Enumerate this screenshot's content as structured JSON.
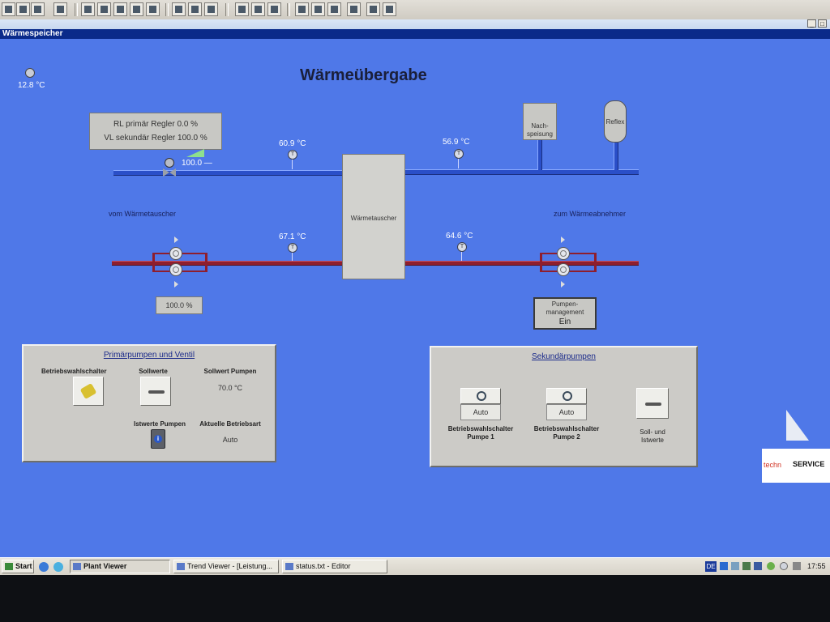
{
  "window": {
    "title": "Wärmespeicher"
  },
  "screen": {
    "title": "Wärmeübergabe",
    "outside_temp": "12.8 °C",
    "regler": {
      "rl": "RL primär Regler 0.0 %",
      "vl": "VL sekundär Regler 100.0 %"
    },
    "valve_value": "100.0 —",
    "temps": {
      "t1": "60.9 °C",
      "t2": "56.9 °C",
      "t3": "67.1 °C",
      "t4": "64.6 °C"
    },
    "labels": {
      "from": "vom Wärmetauscher",
      "to": "zum Wärmeabnehmer",
      "exchanger": "Wärmetauscher",
      "nachspeisung_1": "Nach-",
      "nachspeisung_2": "speisung",
      "reflex": "Reflex"
    },
    "pump_percent": "100.0 %",
    "pumpen_mgmt": {
      "line1": "Pumpen-",
      "line2": "management",
      "state": "Ein"
    },
    "logo": {
      "part1": "techn",
      "part2": "SERVICE"
    }
  },
  "primary_panel": {
    "title": "Primärpumpen und Ventil",
    "betriebswahl": "Betriebswahlschalter",
    "sollwerte": "Sollwerte",
    "sollwert_pumpen": "Sollwert Pumpen",
    "sollwert_value": "70.0 °C",
    "istwerte": "Istwerte Pumpen",
    "betriebsart": "Aktuelle Betriebsart",
    "betriebsart_value": "Auto"
  },
  "secondary_panel": {
    "title": "Sekundärpumpen",
    "p1_value": "Auto",
    "p2_value": "Auto",
    "p1_label_1": "Betriebswahlschalter",
    "p1_label_2": "Pumpe 1",
    "p2_label_1": "Betriebswahlschalter",
    "p2_label_2": "Pumpe 2",
    "soll_1": "Soll- und",
    "soll_2": "Istwerte"
  },
  "taskbar": {
    "start": "Start",
    "items": [
      "Plant Viewer",
      "Trend Viewer - [Leistung...",
      "status.txt - Editor"
    ],
    "lang": "DE",
    "clock": "17:55"
  },
  "colors": {
    "canvas": "#4f78e8",
    "pipe_blue": "#2a4fc8",
    "pipe_red": "#8e1e2e",
    "panel": "#cccbc7"
  }
}
